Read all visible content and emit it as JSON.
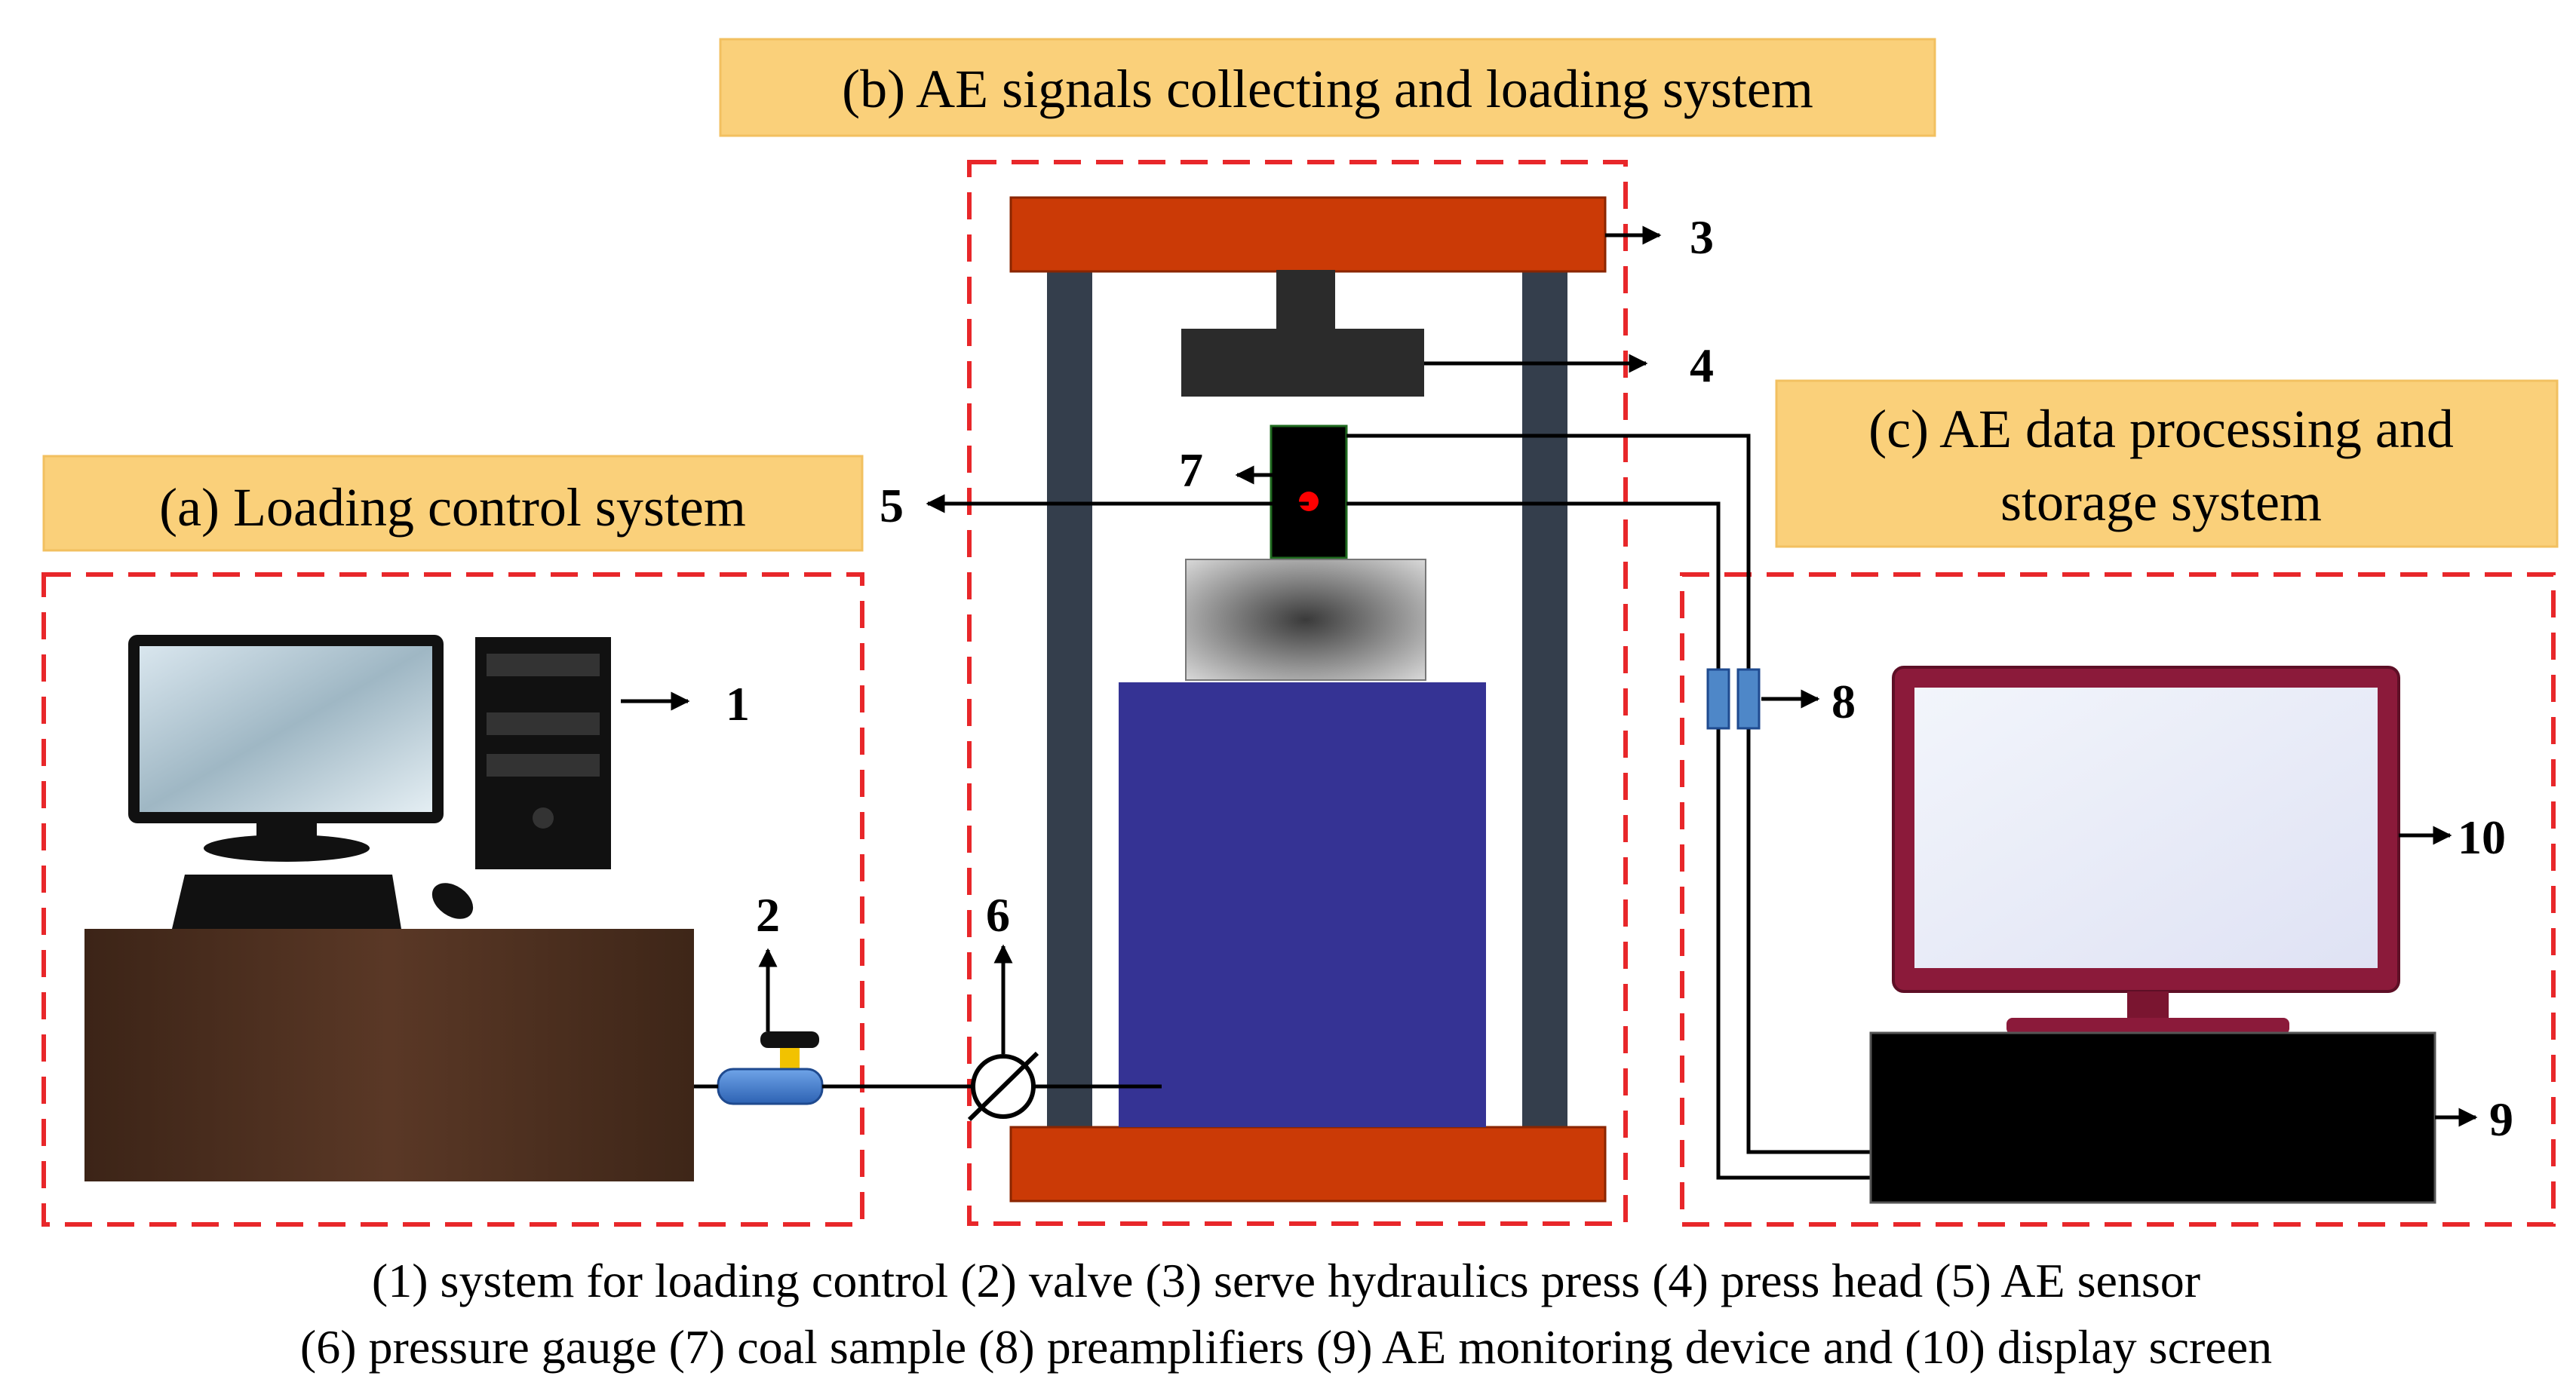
{
  "sections": {
    "a": "(a) Loading control system",
    "b": "(b) AE signals collecting and loading system",
    "c_line1": "(c) AE data processing and",
    "c_line2": "storage system"
  },
  "callouts": [
    "1",
    "2",
    "3",
    "4",
    "5",
    "6",
    "7",
    "8",
    "9",
    "10"
  ],
  "legend": {
    "line1": "(1) system for loading control (2) valve (3) serve hydraulics press (4) press head (5) AE sensor",
    "line2": "(6) pressure gauge (7) coal sample (8) preamplifiers (9) AE monitoring device and (10) display screen"
  },
  "colors": {
    "title_box": "#FAD07A",
    "dashed_border": "#E8272A",
    "press_plate": "#CB3A06",
    "press_column": "#343E4C",
    "press_head": "#2B2B2B",
    "loading_block": "#353394",
    "coal_sample": "#000000",
    "sensor_dot": "#FF0000",
    "desk": "#4A2E1E",
    "valve": "#3E7BD0",
    "preamplifier": "#4E87C8",
    "monitor_frame": "#8B1A3A",
    "monitoring_device": "#000000"
  }
}
